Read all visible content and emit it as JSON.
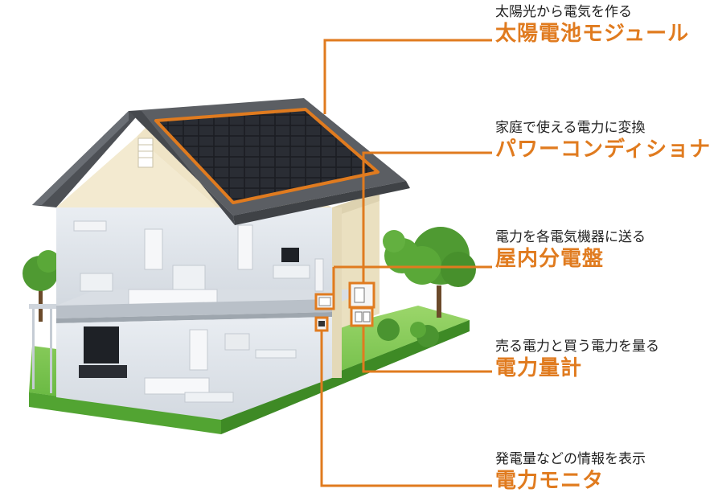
{
  "colors": {
    "accent": "#e07b1f",
    "roof": "#5b5e63",
    "grass": "#6cbf3f",
    "wall": "#f3ead0"
  },
  "components": [
    {
      "id": "solar-module",
      "description": "太陽光から電気を作る",
      "title": "太陽電池モジュール",
      "icon": "solar-panel-icon"
    },
    {
      "id": "power-conditioner",
      "description": "家庭で使える電力に変換",
      "title": "パワーコンディショナ",
      "icon": "inverter-icon"
    },
    {
      "id": "distribution-board",
      "description": "電力を各電気機器に送る",
      "title": "屋内分電盤",
      "icon": "breaker-panel-icon"
    },
    {
      "id": "electric-meter",
      "description": "売る電力と買う電力を量る",
      "title": "電力量計",
      "icon": "meter-icon"
    },
    {
      "id": "power-monitor",
      "description": "発電量などの情報を表示",
      "title": "電力モニタ",
      "icon": "monitor-icon"
    }
  ]
}
